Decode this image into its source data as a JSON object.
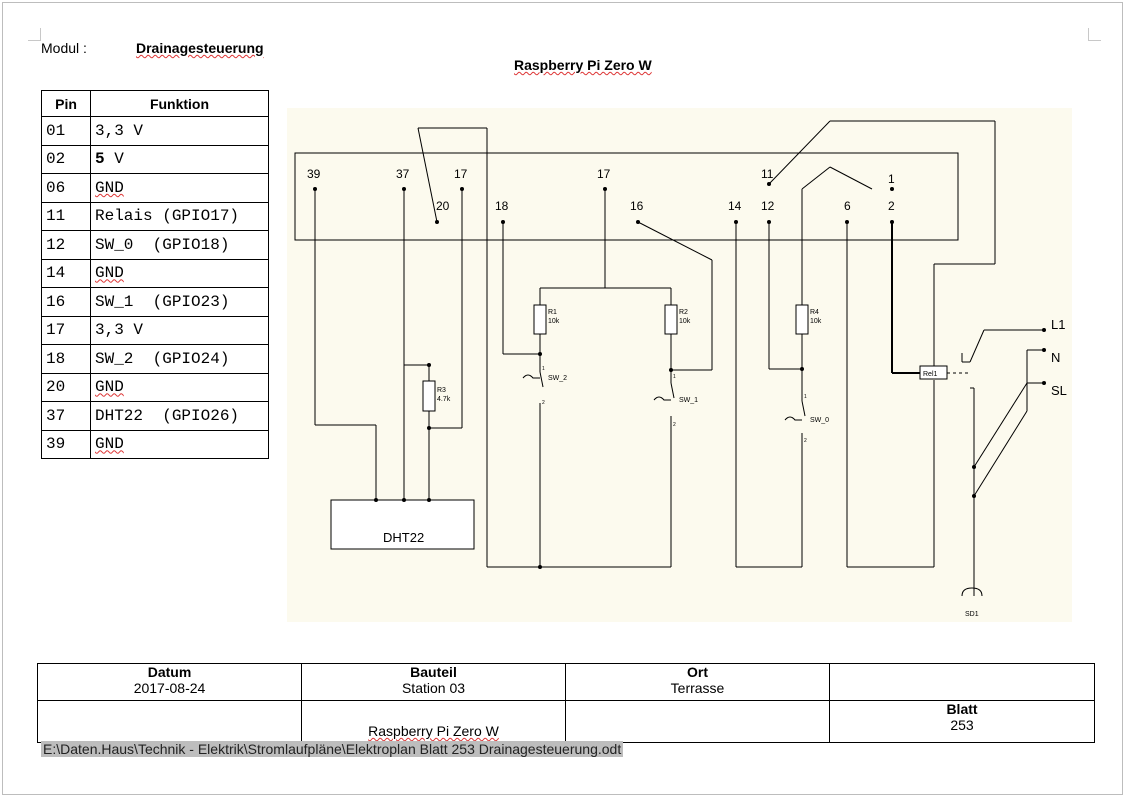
{
  "header": {
    "modul_label": "Modul :",
    "modul_value": "Drainagesteuerung",
    "title": "Raspberry Pi Zero W"
  },
  "pin_table": {
    "headers": [
      "Pin",
      "Funktion"
    ],
    "rows": [
      {
        "pin": "01",
        "func": "3,3 V"
      },
      {
        "pin": "02",
        "func_bold": "5",
        "func_rest": " V"
      },
      {
        "pin": "06",
        "func": "GND"
      },
      {
        "pin": "11",
        "func": "Relais (GPIO17)"
      },
      {
        "pin": "12",
        "func": "SW_0  (GPIO18)"
      },
      {
        "pin": "14",
        "func": "GND"
      },
      {
        "pin": "16",
        "func": "SW_1  (GPIO23)"
      },
      {
        "pin": "17",
        "func": "3,3 V"
      },
      {
        "pin": "18",
        "func": "SW_2  (GPIO24)"
      },
      {
        "pin": "20",
        "func": "GND"
      },
      {
        "pin": "37",
        "func": "DHT22  (GPIO26)"
      },
      {
        "pin": "39",
        "func": "GND"
      }
    ]
  },
  "schematic": {
    "header_pins_top": [
      "39",
      "37",
      "17",
      "17",
      "11",
      "1"
    ],
    "header_pins_bottom": [
      "20",
      "18",
      "16",
      "14",
      "12",
      "6",
      "2"
    ],
    "resistors": [
      {
        "name": "R1",
        "value": "10k"
      },
      {
        "name": "R2",
        "value": "10k"
      },
      {
        "name": "R3",
        "value": "4.7k"
      },
      {
        "name": "R4",
        "value": "10k"
      }
    ],
    "switches": [
      "SW_2",
      "SW_1",
      "SW_0"
    ],
    "switch_pin_a": "1",
    "switch_pin_b": "2",
    "relay": "Rel1",
    "sensor": "DHT22",
    "terminals": [
      "L1",
      "N",
      "SL"
    ],
    "pump": "SD1",
    "colors": {
      "background": "#fcfaee",
      "line": "#000000"
    }
  },
  "footer": {
    "datum_label": "Datum",
    "datum_value": "2017-08-24",
    "bauteil_label": "Bauteil",
    "bauteil_value": "Station 03",
    "ort_label": "Ort",
    "ort_value": "Terrasse",
    "bauteil_value2": "Raspberry Pi Zero W",
    "blatt_label": "Blatt",
    "blatt_value": "253"
  },
  "file_path": "E:\\Daten.Haus\\Technik - Elektrik\\Stromlaufpläne\\Elektroplan Blatt 253 Drainagesteuerung.odt"
}
